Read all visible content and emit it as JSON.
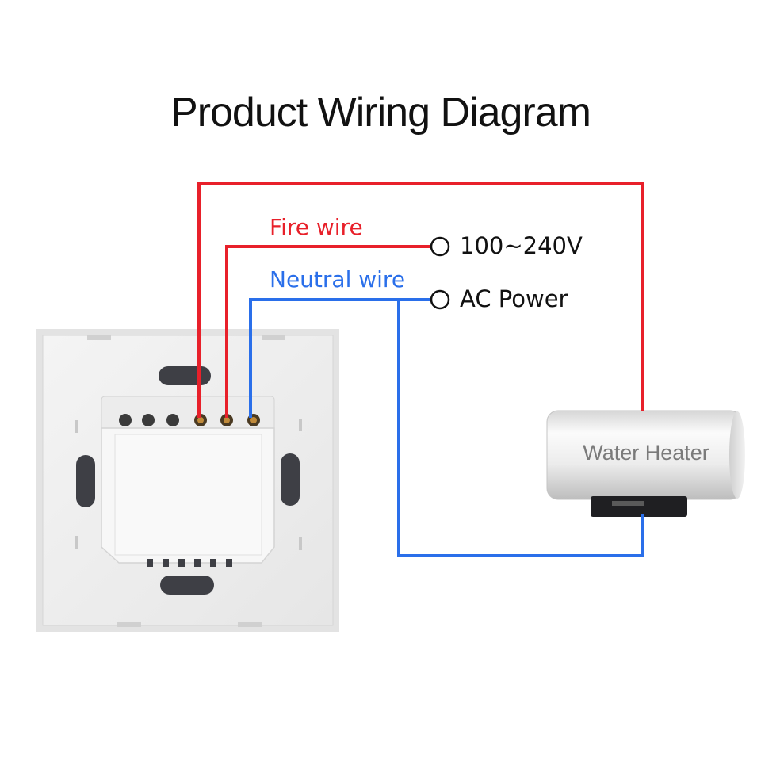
{
  "title": "Product Wiring Diagram",
  "labels": {
    "fire_wire": "Fire wire",
    "neutral_wire": "Neutral wire",
    "voltage": "100~240V",
    "ac_power": "AC Power",
    "water_heater": "Water Heater"
  },
  "colors": {
    "fire_wire": "#e8202a",
    "neutral_wire": "#2a6fea"
  }
}
